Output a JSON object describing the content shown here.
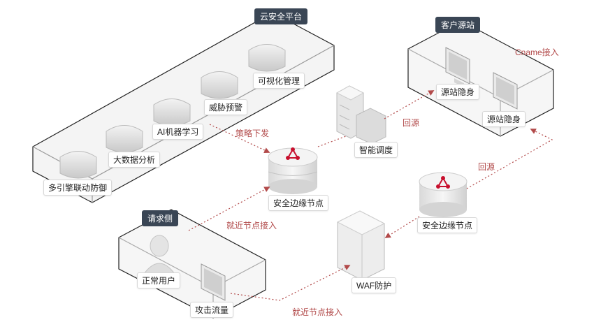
{
  "theme": {
    "accent": "#b24a4a",
    "box_edge": "#222222",
    "tag_bg": "#3a4655"
  },
  "groups": {
    "cloud_platform": "云安全平台",
    "client_origin": "客户源站",
    "request_side": "请求侧"
  },
  "cloud_modules": [
    "多引擎联动防御",
    "大数据分析",
    "AI机器学习",
    "威胁预警",
    "可视化管理"
  ],
  "nodes": {
    "edge_node_main": "安全边缘节点",
    "edge_node_second": "安全边缘节点",
    "smart_dispatch": "智能调度",
    "origin_hidden_1": "源站隐身",
    "origin_hidden_2": "源站隐身",
    "waf": "WAF防护",
    "normal_user": "正常用户",
    "attack_traffic": "攻击流量"
  },
  "flows": {
    "policy_push": "策略下发",
    "return_to_origin_1": "回源",
    "return_to_origin_2": "回源",
    "cname": "Cname接入",
    "nearest_access_1": "就近节点接入",
    "nearest_access_2": "就近节点接入"
  },
  "icons": [
    "shield-icon",
    "database-node-icon",
    "server-icon",
    "monitor-icon",
    "user-icon",
    "firewall-icon"
  ]
}
